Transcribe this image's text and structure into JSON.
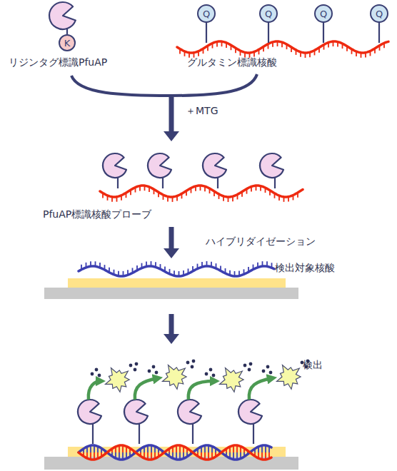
{
  "diagram": {
    "nodes": [
      {
        "text": [
          "K"
        ]
      },
      {
        "text": [
          "Q"
        ]
      },
      {
        "text": [
          "Q"
        ]
      },
      {
        "text": [
          "Q"
        ]
      },
      {
        "text": [
          "Q"
        ]
      }
    ],
    "labels": [
      "リジンタグ標識PfuAP",
      "グルタミン標識核酸",
      "＋MTG",
      "PfuAP標識核酸プローブ",
      "ハイブリダイゼーション",
      "検出対象核酸",
      "検出"
    ]
  }
}
